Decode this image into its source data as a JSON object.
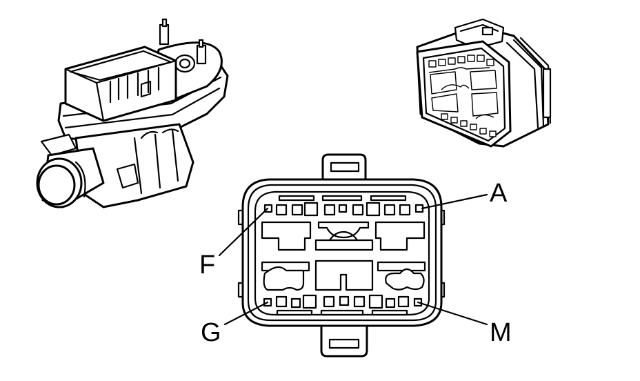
{
  "diagram": {
    "labels": {
      "a": "A",
      "f": "F",
      "g": "G",
      "m": "M"
    },
    "colors": {
      "line": "#000000",
      "background": "#ffffff"
    }
  }
}
